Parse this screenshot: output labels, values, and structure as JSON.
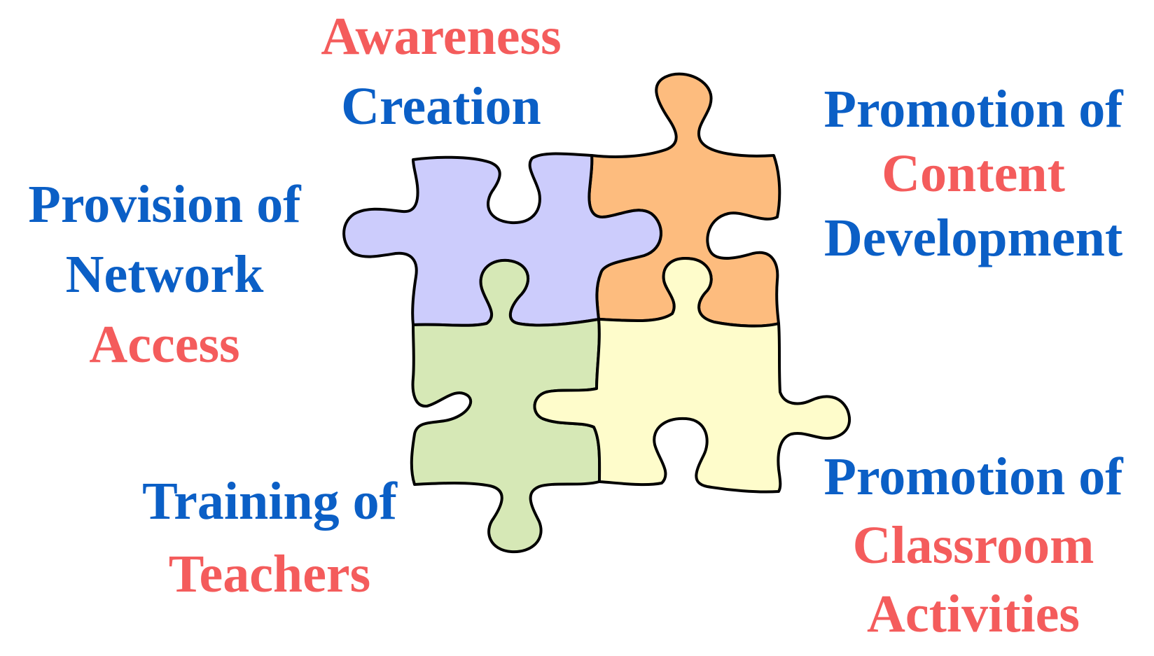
{
  "labels": {
    "awareness": {
      "line1": "Awareness",
      "line2": "Creation"
    },
    "network": {
      "line1": "Provision of",
      "line2": "Network",
      "line3": "Access"
    },
    "content": {
      "line1": "Promotion of",
      "line2": "Content",
      "line3": "Development"
    },
    "teachers": {
      "line1": "Training of",
      "line2": "Teachers"
    },
    "classroom": {
      "line1": "Promotion of",
      "line2": "Classroom",
      "line3": "Activities"
    }
  },
  "colors": {
    "text_blue": "#0b5fc6",
    "text_red": "#f45c5c",
    "piece_purple": "#ccccfc",
    "piece_orange": "#fdbc7e",
    "piece_green": "#d6e8b6",
    "piece_yellow": "#fefccb"
  }
}
